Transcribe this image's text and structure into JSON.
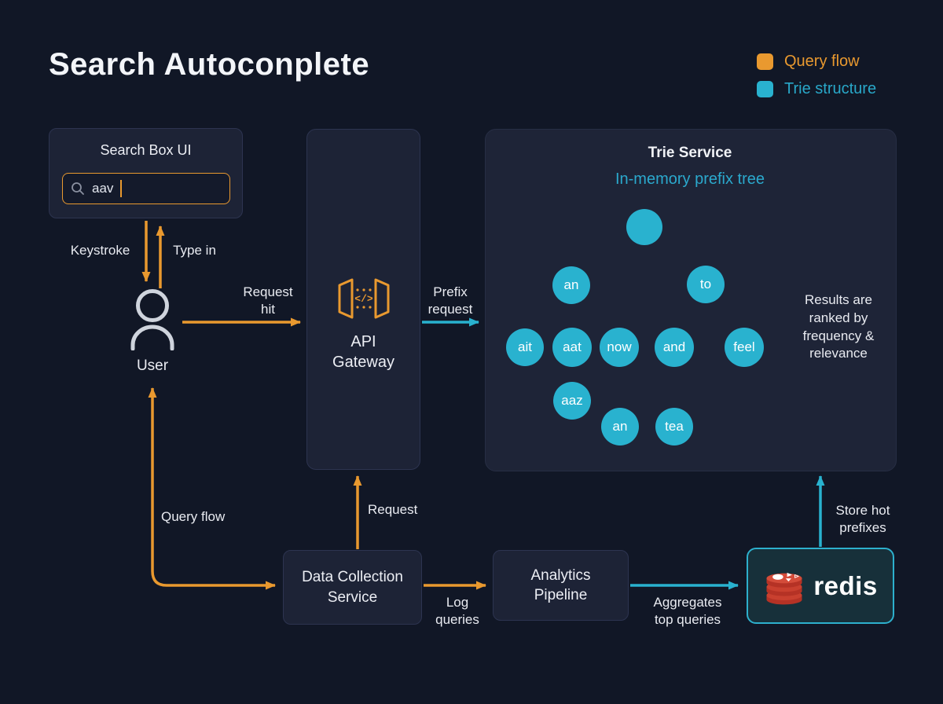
{
  "title": "Search Autoconplete",
  "legend": {
    "items": [
      {
        "label": "Query flow",
        "color": "#e9992f"
      },
      {
        "label": "Trie structure",
        "color": "#29b2cf"
      }
    ]
  },
  "search_box": {
    "title": "Search Box UI",
    "input_value": "aav",
    "icon": "magnifier-icon"
  },
  "labels": {
    "keystroke": "Keystroke",
    "type_in": "Type in",
    "user": "User",
    "request_hit": "Request hit",
    "prefix_request": "Prefix request",
    "query_flow": "Query flow",
    "request": "Request",
    "log_queries": "Log queries",
    "aggregates_top_queries": "Aggregates top queries",
    "store_hot_prefixes": "Store hot prefixes"
  },
  "api_gateway": {
    "label": "API Gateway",
    "icon_glyph": "</>"
  },
  "trie_service": {
    "title": "Trie Service",
    "subtitle": "In-memory prefix tree",
    "note": "Results are ranked by frequency & relevance",
    "nodes": [
      "",
      "an",
      "to",
      "ait",
      "aat",
      "now",
      "and",
      "feel",
      "aaz",
      "an",
      "tea"
    ]
  },
  "data_collection_service": {
    "label": "Data Collection Service"
  },
  "analytics_pipeline": {
    "label": "Analytics Pipeline"
  },
  "redis": {
    "label": "redis"
  },
  "colors": {
    "background": "#111726",
    "panel": "#1d2336",
    "query_flow": "#e9992f",
    "trie_structure": "#29b2cf",
    "redis_red": "#c43a2b"
  }
}
